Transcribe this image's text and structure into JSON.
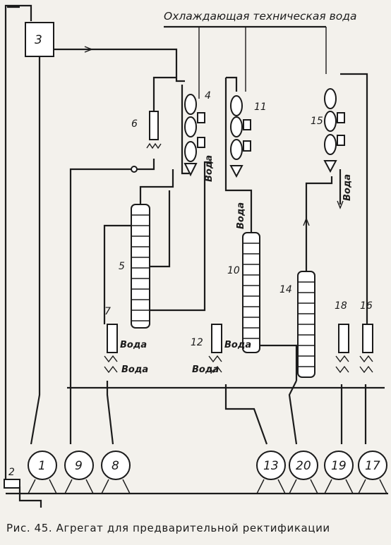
{
  "header": {
    "cooling_water": "Охлаждающая техническая вода"
  },
  "equipment": {
    "unit_1": "1",
    "unit_2": "2",
    "unit_3": "3",
    "unit_4": "4",
    "unit_5": "5",
    "unit_6": "6",
    "unit_7": "7",
    "unit_8": "8",
    "unit_9": "9",
    "unit_10": "10",
    "unit_11": "11",
    "unit_12": "12",
    "unit_13": "13",
    "unit_14": "14",
    "unit_15": "15",
    "unit_16": "16",
    "unit_17": "17",
    "unit_18": "18",
    "unit_19": "19",
    "unit_20": "20"
  },
  "flows": {
    "water": "Вода"
  },
  "caption": "Рис. 45. Агрегат для предварительной ректификации"
}
